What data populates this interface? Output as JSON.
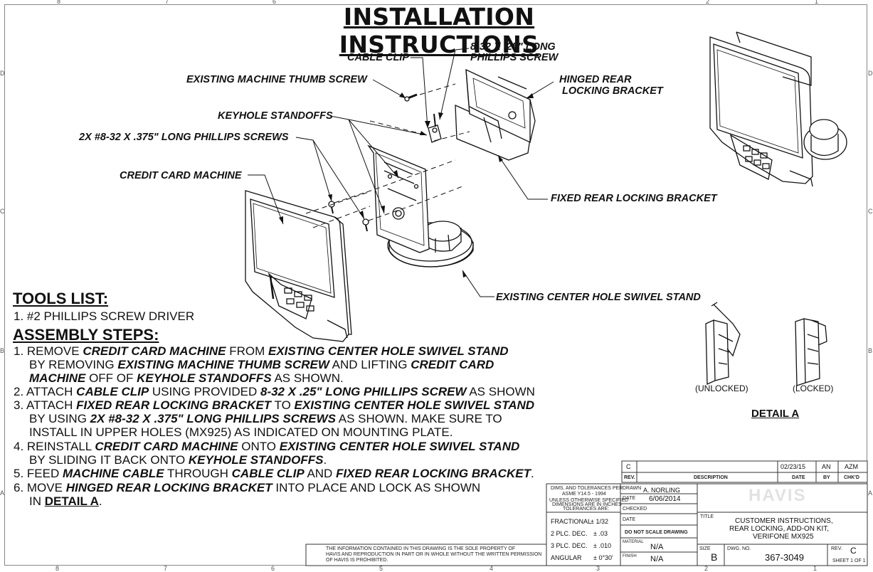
{
  "title": "INSTALLATION INSTRUCTIONS",
  "callouts": {
    "cable_clip": "CABLE CLIP",
    "screw_825_line1": "8-32 X .25\" LONG",
    "screw_825_line2": "PHILLIPS SCREW",
    "thumb_screw": "EXISTING MACHINE THUMB SCREW",
    "hinged_line1": "HINGED REAR",
    "hinged_line2": "LOCKING BRACKET",
    "keyhole": "KEYHOLE STANDOFFS",
    "screws_375": "2X #8-32 X .375\" LONG PHILLIPS SCREWS",
    "ccm": "CREDIT CARD MACHINE",
    "fixed": "FIXED REAR LOCKING BRACKET",
    "swivel": "EXISTING CENTER HOLE SWIVEL STAND"
  },
  "tools": {
    "heading": "TOOLS LIST:",
    "item1": "1. #2 PHILLIPS SCREW DRIVER"
  },
  "assembly": {
    "heading": "ASSEMBLY STEPS:",
    "s1a": "1. REMOVE ",
    "s1b": "CREDIT CARD MACHINE",
    "s1c": " FROM ",
    "s1d": "EXISTING CENTER HOLE SWIVEL STAND",
    "s1e": "BY REMOVING ",
    "s1f": "EXISTING MACHINE THUMB SCREW",
    "s1g": " AND LIFTING ",
    "s1h": "CREDIT CARD",
    "s1i": "MACHINE",
    "s1j": " OFF OF ",
    "s1k": "KEYHOLE STANDOFFS",
    "s1l": " AS SHOWN.",
    "s2a": "2. ATTACH ",
    "s2b": "CABLE CLIP",
    "s2c": " USING PROVIDED ",
    "s2d": "8-32 X .25\" LONG PHILLIPS SCREW",
    "s2e": " AS SHOWN",
    "s3a": "3. ATTACH ",
    "s3b": "FIXED REAR LOCKING BRACKET",
    "s3c": " TO ",
    "s3d": "EXISTING CENTER HOLE SWIVEL STAND",
    "s3e": "BY USING ",
    "s3f": "2X #8-32 X .375\" LONG PHILLIPS SCREWS",
    "s3g": " AS SHOWN. MAKE SURE TO",
    "s3h": "INSTALL IN UPPER HOLES (MX925) AS INDICATED ON MOUNTING PLATE.",
    "s4a": "4. REINSTALL ",
    "s4b": "CREDIT CARD MACHINE",
    "s4c": " ONTO ",
    "s4d": "EXISTING CENTER HOLE SWIVEL STAND",
    "s4e": "BY SLIDING IT BACK ONTO ",
    "s4f": "KEYHOLE STANDOFFS",
    "s4g": ".",
    "s5a": "5. FEED ",
    "s5b": "MACHINE CABLE",
    "s5c": " THROUGH ",
    "s5d": "CABLE CLIP",
    "s5e": " AND ",
    "s5f": "FIXED REAR LOCKING BRACKET",
    "s5g": ".",
    "s6a": "6. MOVE ",
    "s6b": "HINGED REAR LOCKING BRACKET",
    "s6c": " INTO PLACE AND LOCK AS SHOWN",
    "s6d": "IN ",
    "s6e": "DETAIL A",
    "s6f": "."
  },
  "detail": {
    "unlocked": "(UNLOCKED)",
    "locked": "(LOCKED)",
    "title": "DETAIL A"
  },
  "title_block": {
    "rev_letter": "C",
    "rev_date": "02/23/15",
    "rev_by": "AN",
    "rev_chk": "AZM",
    "hdr_rev": "REV.",
    "hdr_desc": "DESCRIPTION",
    "hdr_date": "DATE",
    "hdr_by": "BY",
    "hdr_chk": "CHK'D",
    "dims1": "DIMS. AND TOLERANCES PER",
    "dims2": "ASME Y14.5 - 1994",
    "unless1": "UNLESS OTHERWISE SPECIFIED",
    "unless2": "DIMENSIONS ARE IN INCHES",
    "unless3": "TOLERANCES ARE:",
    "frac_lbl": "FRACTIONAL",
    "frac_val": "± 1/32",
    "plc2_lbl": "2 PLC. DEC.",
    "plc2_val": "± .03",
    "plc3_lbl": "3 PLC. DEC.",
    "plc3_val": "± .010",
    "ang_lbl": "ANGULAR",
    "ang_val": "± 0°30'",
    "drawn_lbl": "DRAWN",
    "drawn_val": "A. NORLING",
    "date_lbl": "DATE",
    "date_val": "6/06/2014",
    "checked_lbl": "CHECKED",
    "date2_lbl": "DATE",
    "noscale": "DO NOT SCALE DRAWING",
    "material_lbl": "MATERIAL",
    "material_val": "N/A",
    "finish_lbl": "FINISH",
    "finish_val": "N/A",
    "logo": "HAVIS",
    "title_lbl": "TITLE",
    "title1": "CUSTOMER INSTRUCTIONS,",
    "title2": "REAR LOCKING, ADD-ON KIT,",
    "title3": "VERIFONE MX925",
    "size_lbl": "SIZE",
    "size_val": "B",
    "dwg_lbl": "DWG. NO.",
    "dwg_val": "367-3049",
    "rev2_lbl": "REV.",
    "rev2_val": "C",
    "sheet": "SHEET 1 OF 1",
    "prop1": "THE INFORMATION CONTAINED IN THIS DRAWING IS THE SOLE PROPERTY OF",
    "prop2": "HAVIS AND REPRODUCTION IN PART OR IN WHOLE WITHOUT THE WRITTEN PERMISSION",
    "prop3": "OF HAVIS IS PROHIBITED."
  },
  "zones": {
    "top": [
      "8",
      "7",
      "6",
      "5",
      "4",
      "3",
      "2",
      "1"
    ],
    "side": [
      "D",
      "C",
      "B",
      "A"
    ]
  }
}
